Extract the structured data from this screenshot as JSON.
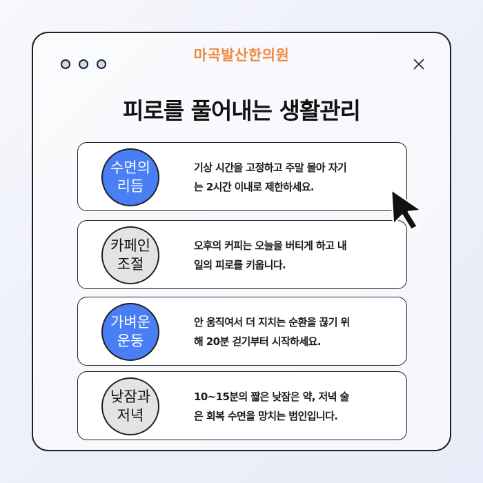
{
  "window": {
    "brand": "마곡발산한의원",
    "title": "피로를 풀어내는 생활관리"
  },
  "items": [
    {
      "badge": [
        "수면의",
        "리듬"
      ],
      "desc": [
        "기상 시간을 고정하고 주말 몰아 자기",
        "는 2시간 이내로 제한하세요."
      ],
      "badge_color": "#4a7ef5"
    },
    {
      "badge": [
        "카페인",
        "조절"
      ],
      "desc": [
        "오후의 커피는 오늘을 버티게 하고 내",
        "일의 피로를 키웁니다."
      ],
      "badge_color": "#e3e3e3"
    },
    {
      "badge": [
        "가벼운",
        "운동"
      ],
      "desc": [
        "안 움직여서 더 지치는 순환을 끊기 위",
        "해 20분 걷기부터 시작하세요."
      ],
      "badge_color": "#4a7ef5"
    },
    {
      "badge": [
        "낮잠과",
        "저녁"
      ],
      "desc": [
        "10~15분의 짧은 낮잠은 약, 저녁 술",
        "은 회복 수면을 망치는 범인입니다."
      ],
      "badge_color": "#e3e3e3"
    }
  ],
  "colors": {
    "brand": "#f0893f",
    "accent_blue": "#4a7ef5",
    "neutral_gray": "#e3e3e3",
    "dot_fill": "#cfd8f5"
  },
  "icons": {
    "window_controls": "traffic-light-dots",
    "close": "close-icon",
    "pointer": "mouse-cursor-icon"
  }
}
